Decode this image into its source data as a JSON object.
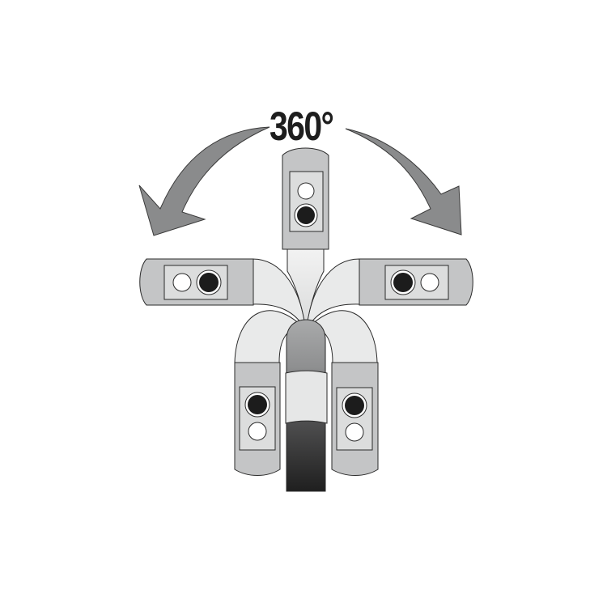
{
  "diagram": {
    "rotation_label": "360°",
    "colors": {
      "arrow_fill": "#8a8b8c",
      "arrow_stroke": "#3a3a3a",
      "head_body": "#c4c5c6",
      "lens_panel": "#dcdddd",
      "flex_neck": "#e9eaea",
      "outline": "#2a2a2a",
      "lens_dark": "#1c1c1c",
      "lens_light": "#ffffff",
      "cable_dark": "#1f1f1f",
      "cable_mid": "#8e8f90",
      "sleeve": "#e6e7e7"
    },
    "arrows": [
      {
        "id": "left",
        "direction": "counter-clockwise"
      },
      {
        "id": "right",
        "direction": "clockwise"
      }
    ],
    "camera_heads": [
      {
        "position": "top",
        "orientation": "up",
        "lenses": [
          "light",
          "dark"
        ]
      },
      {
        "position": "left",
        "orientation": "left",
        "lenses": [
          "light",
          "dark"
        ]
      },
      {
        "position": "right",
        "orientation": "right",
        "lenses": [
          "dark",
          "light"
        ]
      },
      {
        "position": "bottom-left",
        "orientation": "down",
        "lenses": [
          "dark",
          "light"
        ]
      },
      {
        "position": "bottom-right",
        "orientation": "down",
        "lenses": [
          "dark",
          "light"
        ]
      }
    ]
  }
}
